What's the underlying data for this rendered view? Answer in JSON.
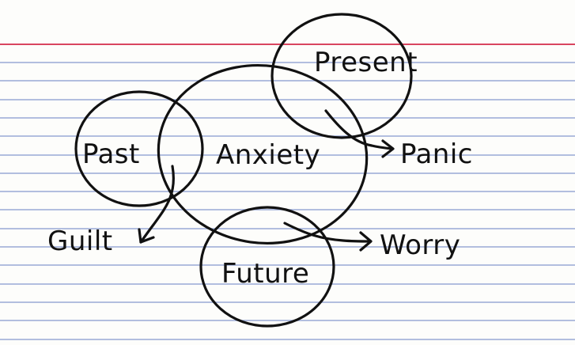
{
  "card": {
    "rule_color": "#9aa9d6",
    "margin_color": "#d9455f",
    "ink_color": "#111111"
  },
  "diagram": {
    "circles": {
      "anxiety": "Anxiety",
      "past": "Past",
      "present": "Present",
      "future": "Future"
    },
    "outcomes": {
      "guilt": "Guilt",
      "panic": "Panic",
      "worry": "Worry"
    }
  }
}
